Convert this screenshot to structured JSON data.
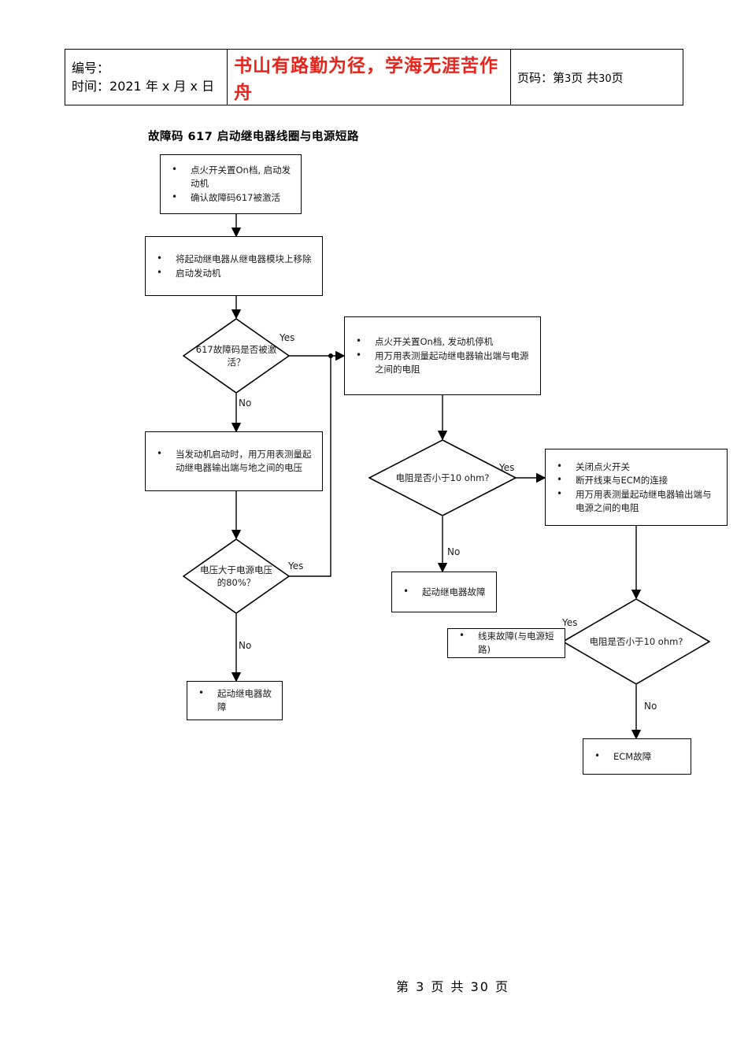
{
  "header": {
    "left": {
      "line1": "编号：",
      "line2_prefix": "时间：",
      "line2_value": "2021 年 x 月 x 日"
    },
    "motto": "书山有路勤为径，学海无涯苦作舟",
    "motto_color": "#e8241c",
    "right": {
      "label": "页码：",
      "current_prefix": "第",
      "current": "3",
      "current_suffix": "页",
      "total_prefix": "共",
      "total": "30",
      "total_suffix": "页"
    }
  },
  "chart": {
    "title": "故障码 617  启动继电器线圈与电源短路",
    "nodes": {
      "n1": {
        "type": "process",
        "lines": [
          "点火开关置On档, 启动发动机",
          "确认故障码617被激活"
        ]
      },
      "n2": {
        "type": "process",
        "lines": [
          "将起动继电器从继电器模块上移除",
          "启动发动机"
        ]
      },
      "d1": {
        "type": "decision",
        "text": "617故障码是否被激活？"
      },
      "n3": {
        "type": "process",
        "lines": [
          "点火开关置On档, 发动机停机",
          "用万用表测量起动继电器输出端与电源之间的电阻"
        ]
      },
      "n4": {
        "type": "process",
        "lines": [
          "当发动机启动时，用万用表测量起动继电器输出端与地之间的电压"
        ]
      },
      "d2": {
        "type": "decision",
        "text": "电压大于电源电压的80%？"
      },
      "n5": {
        "type": "terminal",
        "lines": [
          "起动继电器故障"
        ]
      },
      "d3": {
        "type": "decision",
        "text": "电阻是否小于10 ohm?"
      },
      "n6": {
        "type": "process",
        "lines": [
          "关闭点火开关",
          "断开线束与ECM的连接",
          "用万用表测量起动继电器输出端与电源之间的电阻"
        ]
      },
      "n7": {
        "type": "terminal",
        "lines": [
          "起动继电器故障"
        ]
      },
      "d4": {
        "type": "decision",
        "text": "电阻是否小于10 ohm?"
      },
      "n8": {
        "type": "terminal",
        "lines": [
          "线束故障(与电源短路)"
        ]
      },
      "n9": {
        "type": "terminal",
        "lines": [
          "ECM故障"
        ]
      }
    },
    "edge_labels": {
      "d1_yes": "Yes",
      "d1_no": "No",
      "d2_yes": "Yes",
      "d2_no": "No",
      "d3_yes": "Yes",
      "d3_no": "No",
      "d4_yes": "Yes",
      "d4_no": "No"
    }
  },
  "footer": {
    "current_prefix": "第",
    "current": "3",
    "current_suffix": "页",
    "total_prefix": "共",
    "total": "30",
    "total_suffix": "页"
  }
}
